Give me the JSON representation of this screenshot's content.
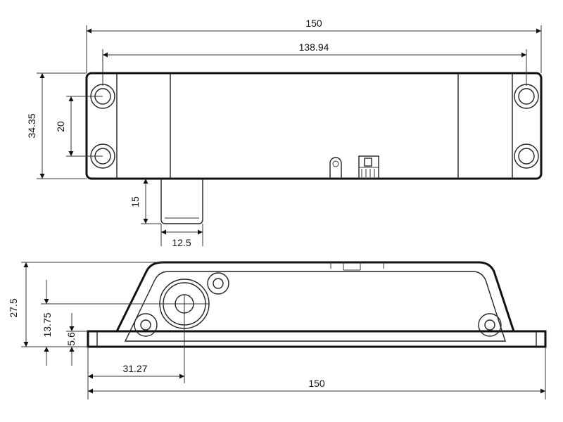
{
  "top_view": {
    "overall_length": "150",
    "hole_spacing": "138.94",
    "body_height": "34.35",
    "hole_vertical_spacing": "20",
    "bolt_projection": "15",
    "bolt_width": "12.5"
  },
  "side_view": {
    "height": "27.5",
    "hole_height": "13.75",
    "base_thickness": "5.6",
    "hole_offset": "31.27",
    "overall_length": "150"
  }
}
